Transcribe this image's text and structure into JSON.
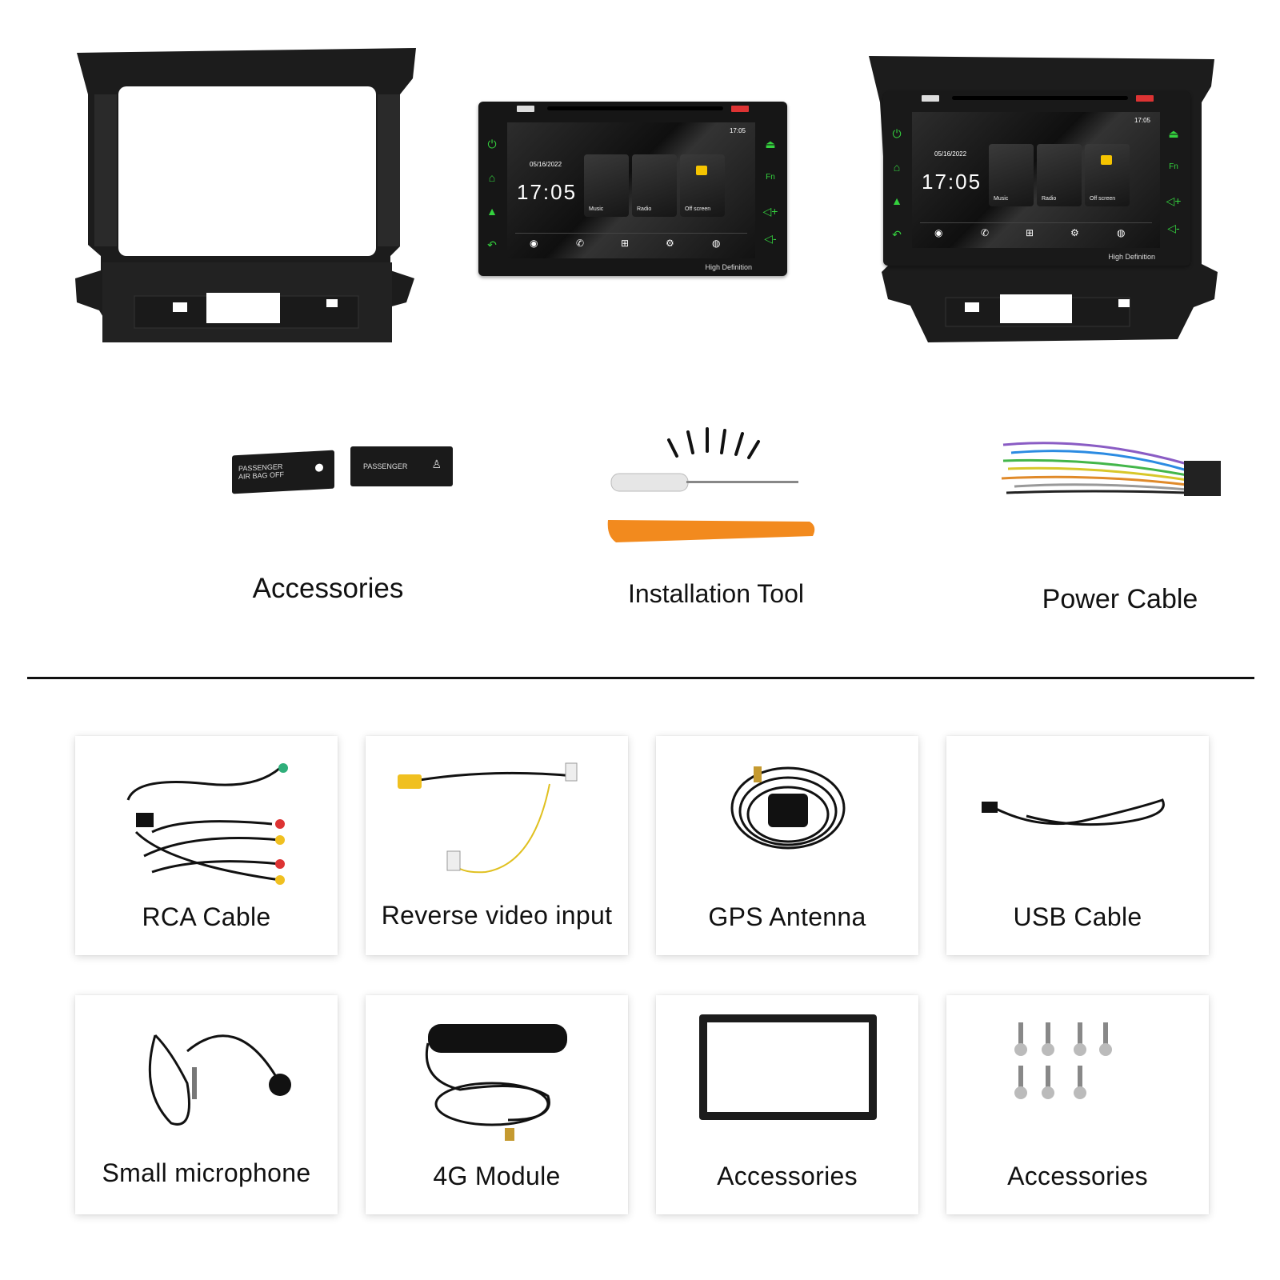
{
  "top": {
    "accessories_label": "Accessories",
    "installation_tool_label": "Installation Tool",
    "power_cable_label": "Power Cable",
    "stickers": [
      "PASSENGER AIR BAG OFF",
      "PASSENGER"
    ],
    "screen": {
      "date": "05/16/2022",
      "time": "17:05",
      "status_time": "17:05",
      "apps": [
        "Music",
        "Radio",
        "Off screen"
      ],
      "footer": "High Definition",
      "side_buttons": [
        "PWR",
        "MENU",
        "NAVI",
        "BACK",
        "EJEC",
        "Fn"
      ]
    }
  },
  "cards": [
    {
      "label": "RCA Cable"
    },
    {
      "label": "Reverse video input"
    },
    {
      "label": "GPS Antenna"
    },
    {
      "label": "USB Cable"
    },
    {
      "label": "Small microphone"
    },
    {
      "label": "4G Module"
    },
    {
      "label": "Accessories"
    },
    {
      "label": "Accessories"
    }
  ],
  "colors": {
    "accent_green": "#34d23e",
    "tool_orange": "#f28a1e",
    "divider": "#111111"
  }
}
